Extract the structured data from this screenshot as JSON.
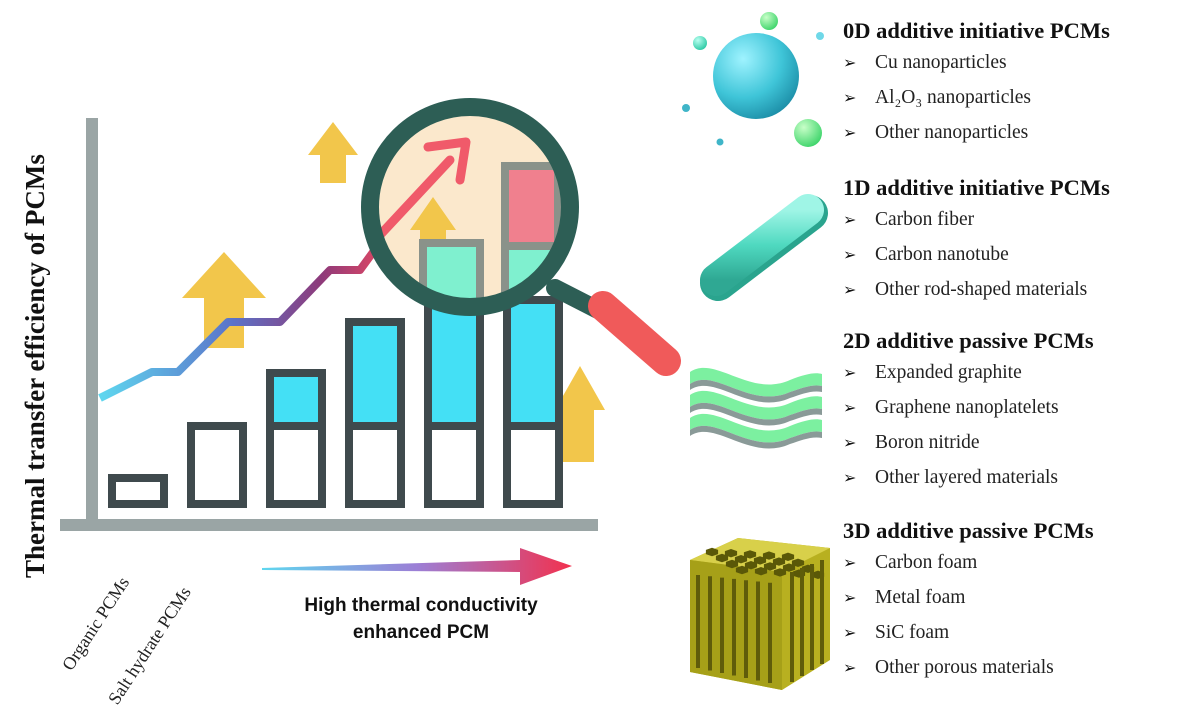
{
  "y_axis_title": "Thermal transfer efficiency of PCMs",
  "x_categories": [
    "Organic PCMs",
    "Salt hydrate  PCMs"
  ],
  "arrow_caption": {
    "line1": "High thermal conductivity",
    "line2": "enhanced PCM"
  },
  "sections": [
    {
      "title": "0D additive initiative PCMs",
      "items": [
        "Cu nanoparticles",
        "Al₂O₃ nanoparticles",
        "Other nanoparticles"
      ]
    },
    {
      "title": "1D additive initiative PCMs",
      "items": [
        "Carbon fiber",
        "Carbon nanotube",
        "Other rod-shaped materials"
      ]
    },
    {
      "title": "2D additive passive PCMs",
      "items": [
        "Expanded graphite",
        "Graphene nanoplatelets",
        "Boron nitride",
        "Other layered materials"
      ]
    },
    {
      "title": "3D additive passive PCMs",
      "items": [
        "Carbon foam",
        "Metal foam",
        "SiC foam",
        "Other porous materials"
      ]
    }
  ],
  "colors": {
    "axis": "#9aa5a5",
    "bar_outline": "#3f4a4d",
    "bar_cyan": "#44e0f5",
    "bar_mint": "#7ff0cf",
    "bar_pink": "#f0808e",
    "up_arrow": "#f2c64b",
    "magnifier_ring": "#2d5e55",
    "magnifier_handle": "#f05a5a",
    "lens": "#fbe8cc"
  }
}
